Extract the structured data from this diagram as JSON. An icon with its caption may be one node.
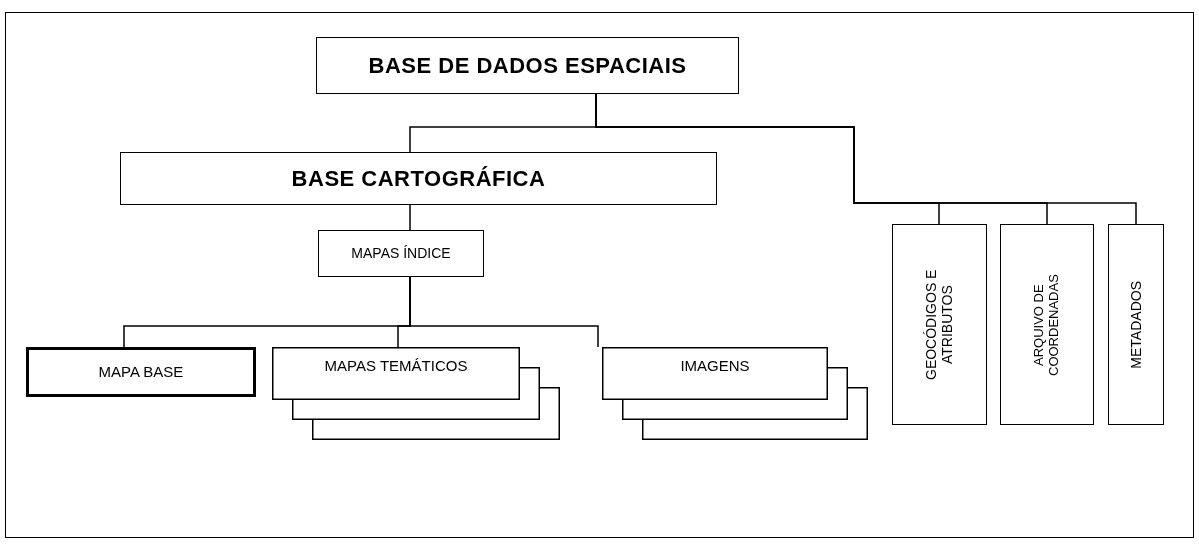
{
  "diagram": {
    "nodes": [
      {
        "text": [
          "BASE DE DADOS ESPACIAIS"
        ]
      },
      {
        "text": [
          "BASE CARTOGRÁFICA"
        ]
      },
      {
        "text": [
          "GEOCÓDIGOS E ATRIBUTOS"
        ]
      },
      {
        "text": [
          "ARQUIVO DE COORDENADAS"
        ]
      },
      {
        "text": [
          "METADADOS"
        ]
      },
      {
        "text": [
          "MAPAS ÍNDICE"
        ]
      },
      {
        "text": [
          "MAPA BASE"
        ]
      },
      {
        "text": [
          "MAPAS TEMÁTICOS"
        ]
      },
      {
        "text": [
          "IMAGENS"
        ]
      }
    ],
    "edges": [
      {
        "from": 0,
        "to": 1,
        "arrow": "none"
      },
      {
        "from": 0,
        "to": 2,
        "arrow": "none"
      },
      {
        "from": 0,
        "to": 3,
        "arrow": "none"
      },
      {
        "from": 0,
        "to": 4,
        "arrow": "none"
      },
      {
        "from": 1,
        "to": 5,
        "arrow": "none"
      },
      {
        "from": 5,
        "to": 6,
        "arrow": "none"
      },
      {
        "from": 5,
        "to": 7,
        "arrow": "none"
      },
      {
        "from": 5,
        "to": 8,
        "arrow": "none"
      }
    ]
  }
}
